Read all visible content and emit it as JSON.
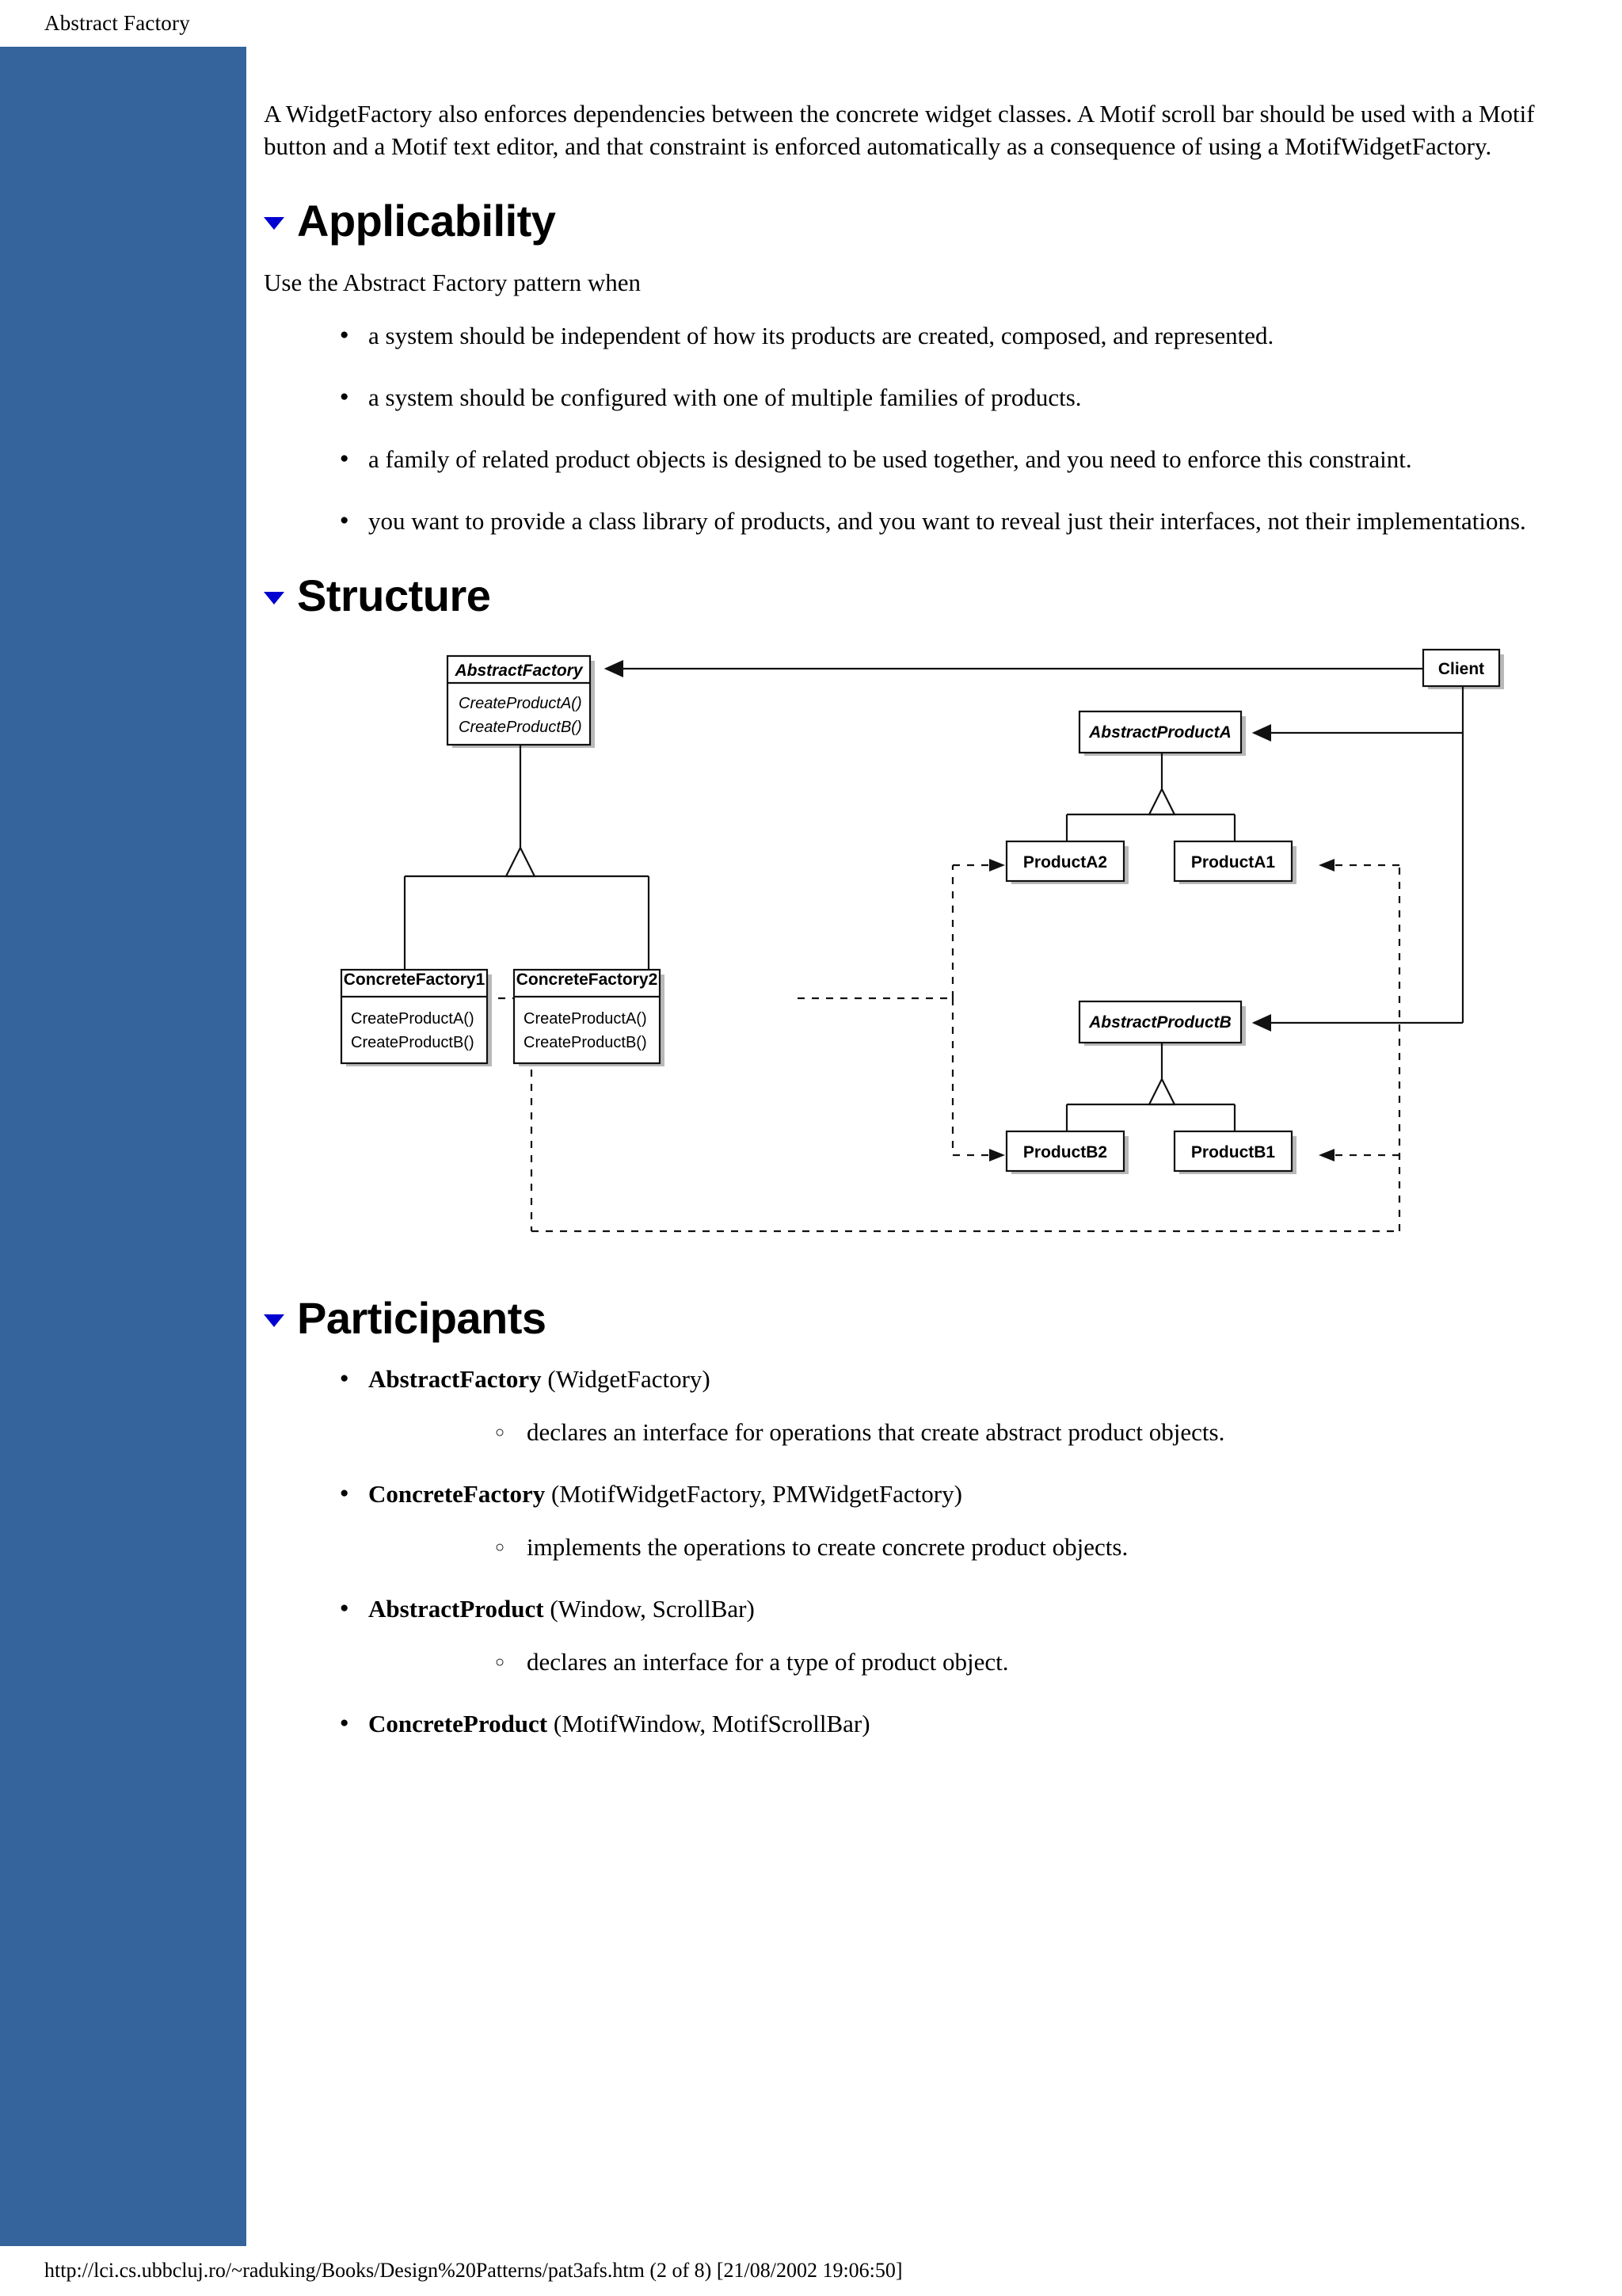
{
  "page": {
    "title": "Abstract Factory",
    "rail_color": "#35639b",
    "marker_color": "#0000d0"
  },
  "intro": {
    "paragraph": "A WidgetFactory also enforces dependencies between the concrete widget classes. A Motif scroll bar should be used with a Motif button and a Motif text editor, and that constraint is enforced automatically as a consequence of using a MotifWidgetFactory."
  },
  "applicability": {
    "heading": "Applicability",
    "lead": "Use the Abstract Factory pattern when",
    "items": [
      "a system should be independent of how its products are created, composed, and represented.",
      "a system should be configured with one of multiple families of products.",
      "a family of related product objects is designed to be used together, and you need to enforce this constraint.",
      "you want to provide a class library of products, and you want to reveal just their interfaces, not their implementations."
    ]
  },
  "structure": {
    "heading": "Structure",
    "diagram": {
      "type": "uml-class-diagram",
      "classes": [
        {
          "id": "AbstractFactory",
          "name": "AbstractFactory",
          "italic": true,
          "methods": [
            "CreateProductA()",
            "CreateProductB()"
          ]
        },
        {
          "id": "ConcreteFactory1",
          "name": "ConcreteFactory1",
          "italic": false,
          "methods": [
            "CreateProductA()",
            "CreateProductB()"
          ]
        },
        {
          "id": "ConcreteFactory2",
          "name": "ConcreteFactory2",
          "italic": false,
          "methods": [
            "CreateProductA()",
            "CreateProductB()"
          ]
        },
        {
          "id": "Client",
          "name": "Client",
          "italic": false,
          "methods": []
        },
        {
          "id": "AbstractProductA",
          "name": "AbstractProductA",
          "italic": true,
          "methods": []
        },
        {
          "id": "ProductA2",
          "name": "ProductA2",
          "italic": false,
          "methods": []
        },
        {
          "id": "ProductA1",
          "name": "ProductA1",
          "italic": false,
          "methods": []
        },
        {
          "id": "AbstractProductB",
          "name": "AbstractProductB",
          "italic": true,
          "methods": []
        },
        {
          "id": "ProductB2",
          "name": "ProductB2",
          "italic": false,
          "methods": []
        },
        {
          "id": "ProductB1",
          "name": "ProductB1",
          "italic": false,
          "methods": []
        }
      ],
      "relations": [
        {
          "from": "Client",
          "to": "AbstractFactory",
          "kind": "association-arrow"
        },
        {
          "from": "Client",
          "to": "AbstractProductA",
          "kind": "association-arrow"
        },
        {
          "from": "Client",
          "to": "AbstractProductB",
          "kind": "association-arrow"
        },
        {
          "from": "ConcreteFactory1",
          "to": "AbstractFactory",
          "kind": "generalization"
        },
        {
          "from": "ConcreteFactory2",
          "to": "AbstractFactory",
          "kind": "generalization"
        },
        {
          "from": "ProductA1",
          "to": "AbstractProductA",
          "kind": "generalization"
        },
        {
          "from": "ProductA2",
          "to": "AbstractProductA",
          "kind": "generalization"
        },
        {
          "from": "ProductB1",
          "to": "AbstractProductB",
          "kind": "generalization"
        },
        {
          "from": "ProductB2",
          "to": "AbstractProductB",
          "kind": "generalization"
        },
        {
          "from": "ConcreteFactory1",
          "to": "ProductA1",
          "kind": "dependency"
        },
        {
          "from": "ConcreteFactory1",
          "to": "ProductB1",
          "kind": "dependency"
        },
        {
          "from": "ConcreteFactory2",
          "to": "ProductA2",
          "kind": "dependency"
        },
        {
          "from": "ConcreteFactory2",
          "to": "ProductB2",
          "kind": "dependency"
        }
      ]
    }
  },
  "participants": {
    "heading": "Participants",
    "items": [
      {
        "term": "AbstractFactory",
        "paren": " (WidgetFactory)",
        "sub": "declares an interface for operations that create abstract product objects."
      },
      {
        "term": "ConcreteFactory",
        "paren": " (MotifWidgetFactory, PMWidgetFactory)",
        "sub": "implements the operations to create concrete product objects."
      },
      {
        "term": "AbstractProduct",
        "paren": " (Window, ScrollBar)",
        "sub": "declares an interface for a type of product object."
      },
      {
        "term": "ConcreteProduct",
        "paren": " (MotifWindow, MotifScrollBar)",
        "sub": null
      }
    ]
  },
  "footer": {
    "url": "http://lci.cs.ubbcluj.ro/~raduking/Books/Design%20Patterns/pat3afs.htm (2 of 8) [21/08/2002 19:06:50]"
  }
}
